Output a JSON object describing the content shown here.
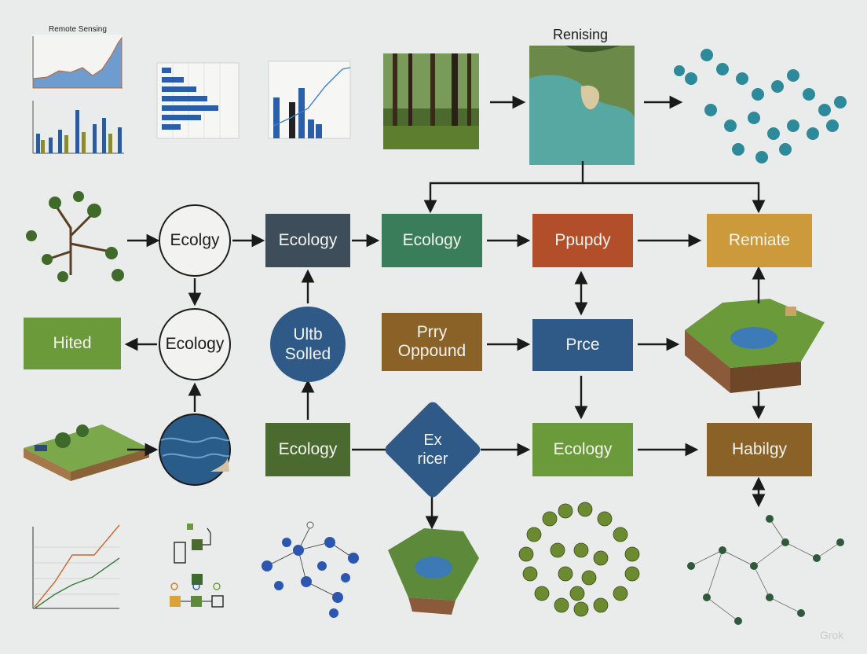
{
  "diagram": {
    "top_caption": "Renising",
    "chart_caption": "Remote Sensing",
    "nodes": {
      "circle_ecology_1": "Ecolgy",
      "box_ecology_dark": "Ecology",
      "box_ecology_green": "Ecology",
      "box_ppupdy": "Ppupdy",
      "box_remiate": "Remiate",
      "box_hited": "Hited",
      "circle_ecology_2": "Ecology",
      "circle_ultb": "Ultb\nSolled",
      "box_prry": "Prry\nOppound",
      "box_prce": "Prce",
      "box_ecology_olive": "Ecology",
      "diamond_ex": "Ex\nricer",
      "box_ecology_lightgreen": "Ecology",
      "box_habilgy": "Habilgy"
    },
    "watermark": "Grok",
    "colors": {
      "dark_slate": "#3d4d5a",
      "teal_green": "#3a7d5a",
      "rust": "#b24e2a",
      "ochre": "#cc9a3a",
      "leaf_green": "#6b9a3a",
      "olive": "#4a6a30",
      "brown_ochre": "#8a6228",
      "steel_blue": "#2f5a88",
      "arrow": "#1a1a1a"
    }
  }
}
